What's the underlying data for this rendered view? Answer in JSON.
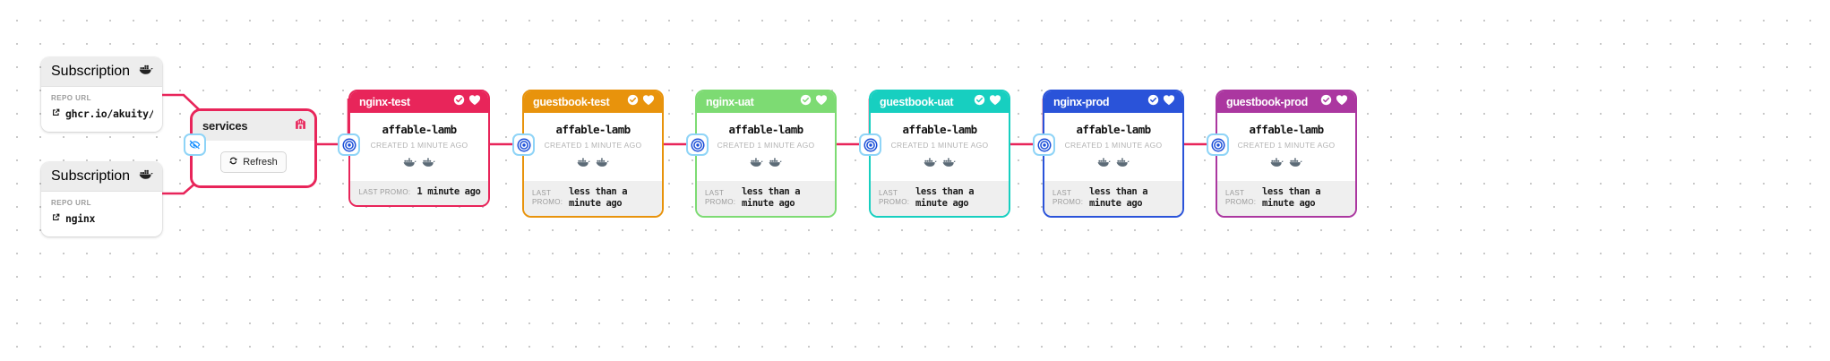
{
  "subscriptions": [
    {
      "title": "Subscription",
      "icon": "docker-icon",
      "field_label": "REPO URL",
      "link_icon": "external-link-icon",
      "url": "ghcr.io/akuity/g…"
    },
    {
      "title": "Subscription",
      "icon": "docker-icon",
      "field_label": "REPO URL",
      "link_icon": "external-link-icon",
      "url": "nginx"
    }
  ],
  "warehouse": {
    "title": "services",
    "icon": "warehouse-icon",
    "accent": "#e8255a",
    "refresh_label": "Refresh",
    "refresh_icon": "refresh-icon",
    "hide_icon": "eye-off-icon"
  },
  "promotion_icon": "promotion-target-icon",
  "stages": [
    {
      "name": "nginx-test",
      "color": "#e8255a",
      "health_icon": "check-circle-icon",
      "favorite_icon": "heart-icon",
      "freight": "affable-lamb",
      "created": "CREATED 1 MINUTE AGO",
      "images": [
        "docker-icon",
        "docker-icon"
      ],
      "last_promo_label": "LAST PROMO:",
      "last_promo_value": "1 minute ago",
      "foot_layout": "one-line"
    },
    {
      "name": "guestbook-test",
      "color": "#e8930c",
      "health_icon": "check-circle-icon",
      "favorite_icon": "heart-icon",
      "freight": "affable-lamb",
      "created": "CREATED 1 MINUTE AGO",
      "images": [
        "docker-icon",
        "docker-icon"
      ],
      "last_promo_label": "LAST PROMO:",
      "last_promo_value": "less than a minute ago",
      "foot_layout": "two-line"
    },
    {
      "name": "nginx-uat",
      "color": "#7ddb73",
      "health_icon": "check-circle-icon",
      "favorite_icon": "heart-icon",
      "freight": "affable-lamb",
      "created": "CREATED 1 MINUTE AGO",
      "images": [
        "docker-icon",
        "docker-icon"
      ],
      "last_promo_label": "LAST PROMO:",
      "last_promo_value": "less than a minute ago",
      "foot_layout": "two-line"
    },
    {
      "name": "guestbook-uat",
      "color": "#17cfc0",
      "health_icon": "check-circle-icon",
      "favorite_icon": "heart-icon",
      "freight": "affable-lamb",
      "created": "CREATED 1 MINUTE AGO",
      "images": [
        "docker-icon",
        "docker-icon"
      ],
      "last_promo_label": "LAST PROMO:",
      "last_promo_value": "less than a minute ago",
      "foot_layout": "two-line"
    },
    {
      "name": "nginx-prod",
      "color": "#2a53d9",
      "health_icon": "check-circle-icon",
      "favorite_icon": "heart-icon",
      "freight": "affable-lamb",
      "created": "CREATED 1 MINUTE AGO",
      "images": [
        "docker-icon",
        "docker-icon"
      ],
      "last_promo_label": "LAST PROMO:",
      "last_promo_value": "less than a minute ago",
      "foot_layout": "two-line"
    },
    {
      "name": "guestbook-prod",
      "color": "#ab37a0",
      "health_icon": "check-circle-icon",
      "favorite_icon": "heart-icon",
      "freight": "affable-lamb",
      "created": "CREATED 1 MINUTE AGO",
      "images": [
        "docker-icon",
        "docker-icon"
      ],
      "last_promo_label": "LAST PROMO:",
      "last_promo_value": "less than a minute ago",
      "foot_layout": "two-line"
    }
  ],
  "edge_color": "#e8255a"
}
